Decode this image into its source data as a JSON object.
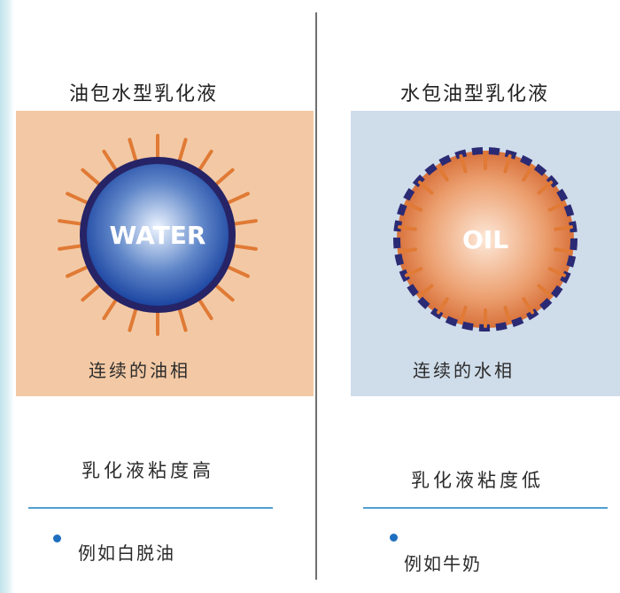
{
  "left": {
    "title": "油包水型乳化液",
    "drop_label": "WATER",
    "phase_label": "连续的油相",
    "viscosity": "乳化液粘度高",
    "example": "例如白脱油",
    "colors": {
      "background": "#f3c9a5",
      "droplet_center": "#ecf4ff",
      "droplet_edge": "#153f9e",
      "membrane": "#262466",
      "tails": "#e07a35"
    }
  },
  "right": {
    "title": "水包油型乳化液",
    "drop_label": "OIL",
    "phase_label": "连续的水相",
    "viscosity": "乳化液粘度低",
    "example": "例如牛奶",
    "colors": {
      "background": "#cfdcea",
      "droplet_center": "#fde8d8",
      "droplet_edge": "#d2632b",
      "membrane": "#2b2a74",
      "tails": "#e07a35"
    }
  }
}
